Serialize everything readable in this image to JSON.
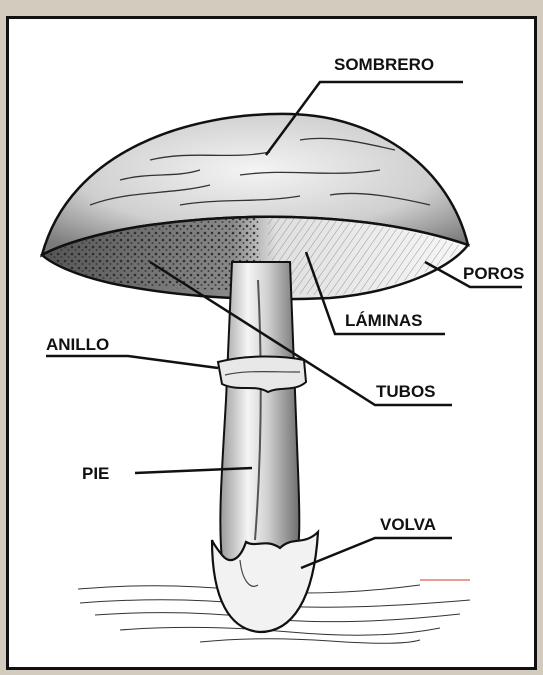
{
  "labels": {
    "sombrero": "SOMBRERO",
    "poros": "POROS",
    "laminas": "LÁMINAS",
    "anillo": "ANILLO",
    "tubos": "TUBOS",
    "pie": "PIE",
    "volva": "VOLVA"
  },
  "colors": {
    "background": "#d3ccbe",
    "panel": "#ffffff",
    "ink": "#111111",
    "ground_accent": "#d23a2a"
  }
}
